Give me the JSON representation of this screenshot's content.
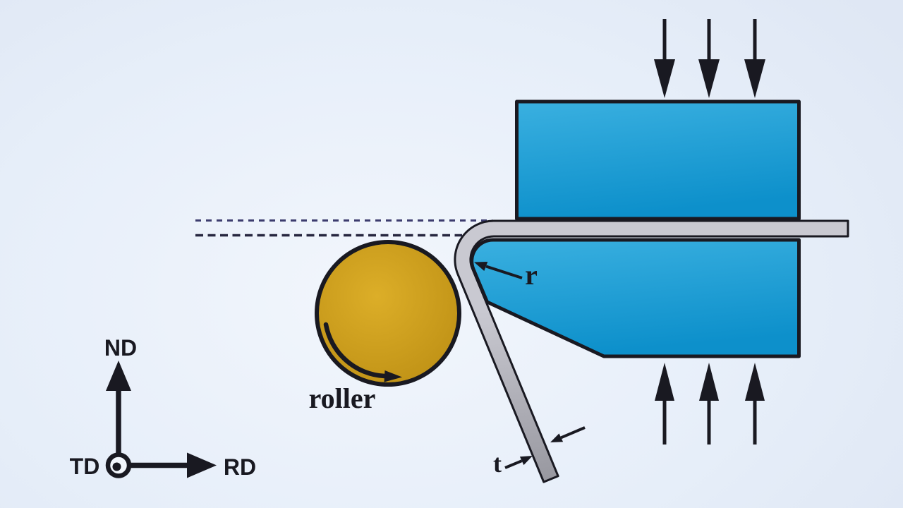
{
  "colors": {
    "bg": "#e6eef9",
    "bg-light": "#f2f6fc",
    "bg-edge": "#dfe7f4",
    "ink": "#191921",
    "block-blue-light": "#3ab0e0",
    "block-blue-dark": "#0d90cb",
    "roller-gold-light": "#dcae28",
    "roller-gold-dark": "#bd8f14",
    "sheet-gray-light": "#c9c9d1",
    "sheet-gray-dark": "#9898a0",
    "dash-light": "#3c3c6e",
    "dash-dark": "#26263f"
  },
  "diagram": {
    "axes": {
      "vertical_label": "ND",
      "origin_label": "TD",
      "horizontal_label": "RD"
    },
    "roller_label": "roller",
    "bend_radius_label": "r",
    "thickness_label": "t"
  }
}
